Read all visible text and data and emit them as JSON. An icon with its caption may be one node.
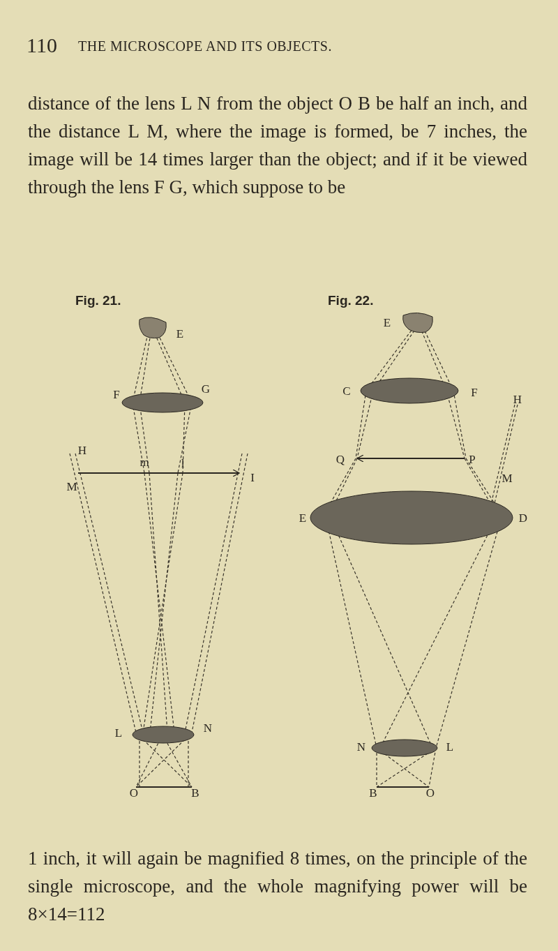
{
  "diagram": {
    "labels": [
      "110",
      "THE MICROSCOPE AND ITS OBJECTS.",
      "distance of the lens L N from the object O B be half an inch, and the distance L M, where the image is formed, be 7 inches, the image will be 14 times larger than the object; and if it be viewed through the lens F G, which suppose to be",
      "Fig. 21.",
      "Fig. 22.",
      "E",
      "F",
      "G",
      "H",
      "m",
      "l",
      "M",
      "I",
      "L",
      "N",
      "O",
      "B",
      "E",
      "C",
      "F",
      "H",
      "Q",
      "P",
      "M",
      "E",
      "D",
      "N",
      "L",
      "B",
      "O",
      "1 inch, it will again be magnified 8 times, on the principle of the single microscope, and the whole magnifying power will be 8×14=112"
    ]
  }
}
